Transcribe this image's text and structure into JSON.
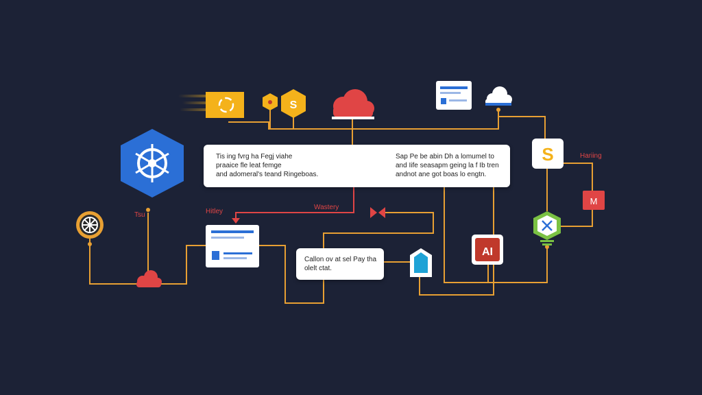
{
  "main_card": {
    "left_text": "Tis ing fvrg ha Fegj viahe\npraaice fle leat femge\nand adomeral's teand Ringeboas.",
    "right_text": "Sap Pe be abin Dh a lomumel to\nand Iife seasapm geing la f Ib tren\nandnot ane got boas lo engtn."
  },
  "small_card": {
    "text": "Callon ov at sel Pay tha\nolelt ctat."
  },
  "labels": {
    "tsu": "Tsu",
    "histey": "Hitley",
    "wastery": "Wastery",
    "haring": "Hariing"
  },
  "icon_text": {
    "dollar_small": "S",
    "dollar_large": "S",
    "m_box": "M",
    "api_box": "AI"
  },
  "colors": {
    "background": "#1c2236",
    "connector": "#e8a033",
    "connector_red": "#e04545",
    "kubernetes_blue": "#2b6fd6",
    "cloud_red": "#e04545",
    "dollar_yellow": "#f4b21b"
  }
}
